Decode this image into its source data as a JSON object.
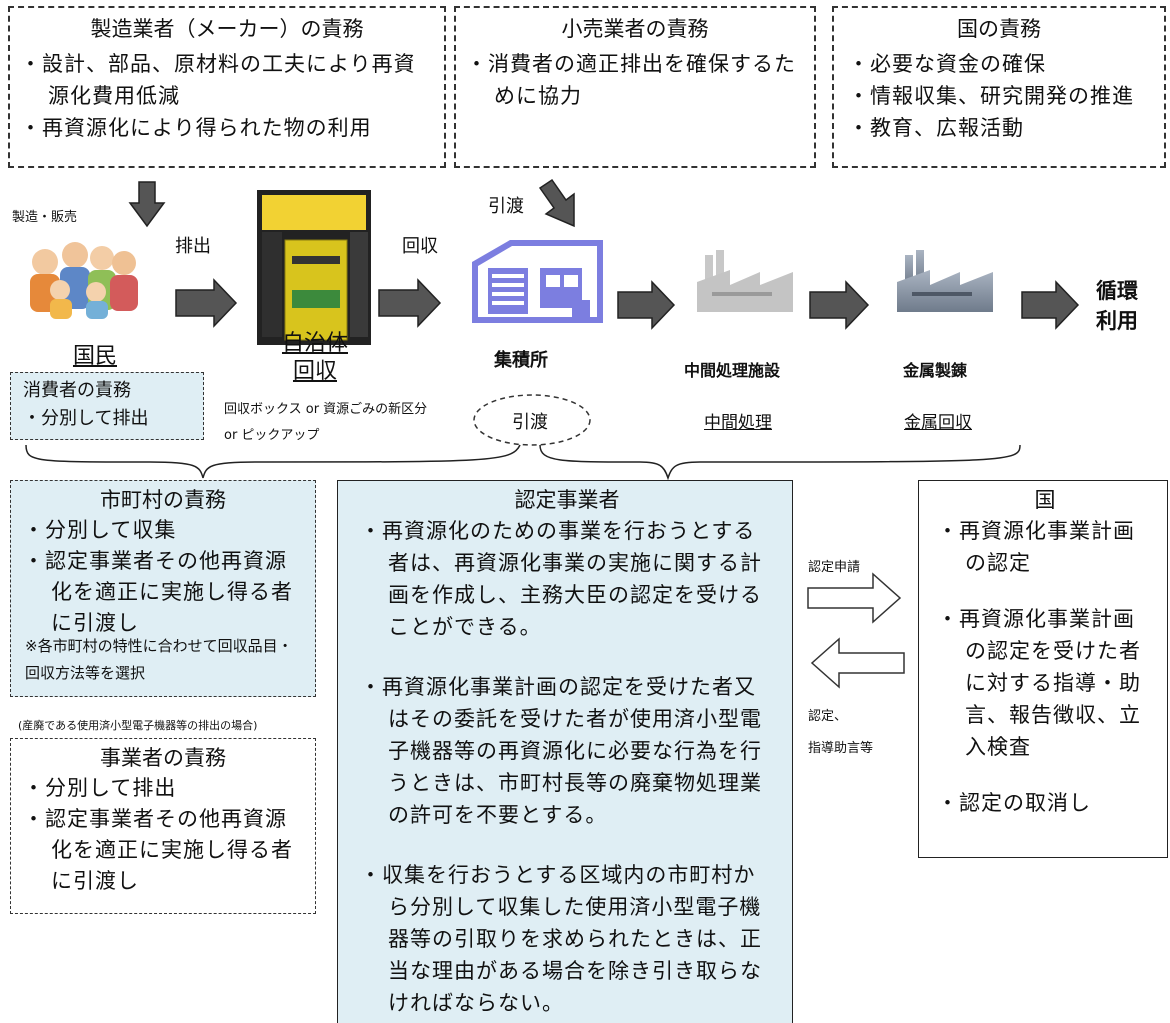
{
  "top_boxes": {
    "maker": {
      "title": "製造業者（メーカー）の責務",
      "items": [
        "・設計、部品、原材料の工夫により再資源化費用低減",
        "・再資源化により得られた物の利用"
      ]
    },
    "retailer": {
      "title": "小売業者の責務",
      "items": [
        "・消費者の適正排出を確保するために協力"
      ]
    },
    "nation": {
      "title": "国の責務",
      "items": [
        "・必要な資金の確保",
        "・情報収集、研究開発の推進",
        "・教育、広報活動"
      ]
    }
  },
  "flow": {
    "label_manufacture": "製造・販売",
    "label_discharge": "排出",
    "label_collect": "回収",
    "label_handover_top": "引渡",
    "citizens": "国民",
    "municipality_1": "自治体",
    "municipality_2": "回収",
    "municipality_note": "回収ボックス or 資源ごみの新区分 or ピックアップ",
    "collection_site": "集積所",
    "intermediate": "中間処理施設",
    "smelting": "金属製錬",
    "recycle": "循環利用",
    "handover_oval": "引渡",
    "intermediate_process": "中間処理",
    "metal_recovery": "金属回収"
  },
  "consumer_box": {
    "title": "消費者の責務",
    "items": [
      "・分別して排出"
    ]
  },
  "municipal_box": {
    "title": "市町村の責務",
    "items": [
      "・分別して収集",
      "・認定事業者その他再資源化を適正に実施し得る者に引渡し"
    ],
    "note": "※各市町村の特性に合わせて回収品目・回収方法等を選択"
  },
  "business_note": "(産廃である使用済小型電子機器等の排出の場合)",
  "business_box": {
    "title": "事業者の責務",
    "items": [
      "・分別して排出",
      "・認定事業者その他再資源化を適正に実施し得る者に引渡し"
    ]
  },
  "certified_box": {
    "title": "認定事業者",
    "items": [
      "・再資源化のための事業を行おうとする者は、再資源化事業の実施に関する計画を作成し、主務大臣の認定を受けることができる。",
      "・再資源化事業計画の認定を受けた者又はその委託を受けた者が使用済小型電子機器等の再資源化に必要な行為を行うときは、市町村長等の廃棄物処理業の許可を不要とする。",
      "・収集を行おうとする区域内の市町村から分別して収集した使用済小型電子機器等の引取りを求められたときは、正当な理由がある場合を除き引き取らなければならない。"
    ]
  },
  "arrows_mid": {
    "apply": "認定申請",
    "certify_1": "認定、",
    "certify_2": "指導助言等"
  },
  "nation_box": {
    "title": "国",
    "items": [
      "・再資源化事業計画の認定",
      "・再資源化事業計画の認定を受けた者に対する指導・助言、報告徴収、立入検査",
      "・認定の取消し"
    ]
  }
}
